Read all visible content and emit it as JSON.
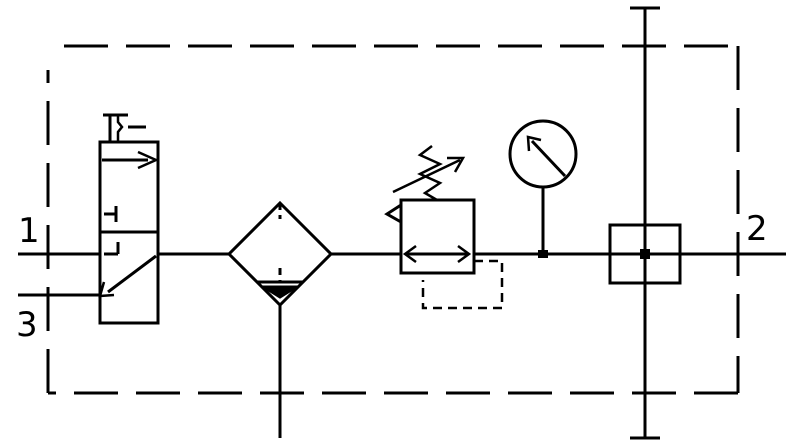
{
  "diagram": {
    "ports": {
      "inlet": "1",
      "outlet": "2",
      "exhaust": "3"
    }
  }
}
